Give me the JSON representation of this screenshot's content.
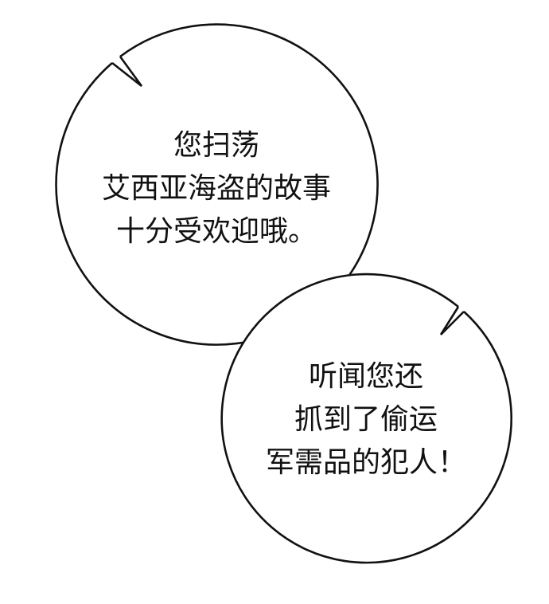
{
  "colors": {
    "background": "#ffffff",
    "outline": "#111111",
    "text": "#111111"
  },
  "bubbles": [
    {
      "id": "bubble-1",
      "lines": [
        "您扫荡",
        "艾西亚海盗的故事",
        "十分受欢迎哦。"
      ]
    },
    {
      "id": "bubble-2",
      "lines": [
        "听闻您还",
        "抓到了偷运",
        "军需品的犯人！"
      ]
    }
  ]
}
